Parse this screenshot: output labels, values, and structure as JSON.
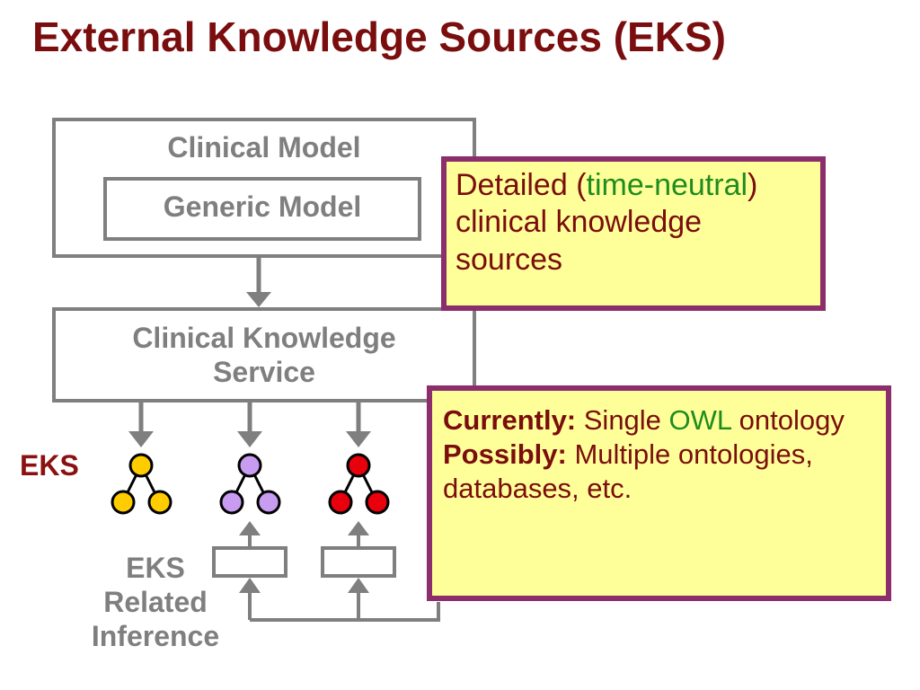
{
  "title": "External Knowledge Sources (EKS)",
  "diagram": {
    "clinical_model": "Clinical Model",
    "generic_model": "Generic Model",
    "cks_line1": "Clinical Knowledge",
    "cks_line2": "Service",
    "eks_label": "EKS",
    "inference_line1": "EKS",
    "inference_line2": "Related",
    "inference_line3": "Inference",
    "ontology_colors": [
      "#ffcc00",
      "#c89cf0",
      "#e8000d"
    ]
  },
  "callout1": {
    "part1": "Detailed (",
    "part2_green": "time-neutral",
    "part3": ") clinical knowledge sources"
  },
  "callout2": {
    "currently_label": "Currently:",
    "currently_text1": " Single ",
    "currently_green": "OWL",
    "currently_text2": " ontology",
    "possibly_label": "Possibly:",
    "possibly_text": " Multiple ontologies, databases, etc."
  }
}
